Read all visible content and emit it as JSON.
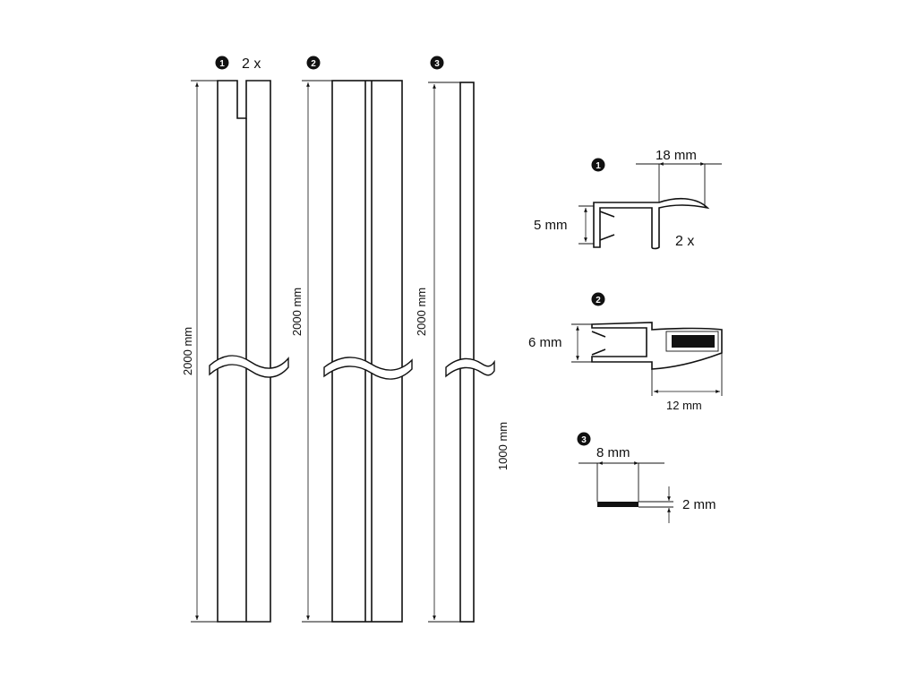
{
  "strips": [
    {
      "number": "1",
      "quantity": "2 x",
      "length": "2000 mm"
    },
    {
      "number": "2",
      "length": "2000 mm"
    },
    {
      "number": "3",
      "length": "2000 mm",
      "secondary_length": "1000 mm"
    }
  ],
  "profiles": [
    {
      "number": "1",
      "width": "18 mm",
      "height": "5 mm",
      "quantity": "2 x"
    },
    {
      "number": "2",
      "height": "6 mm",
      "width": "12 mm"
    },
    {
      "number": "3",
      "width": "8 mm",
      "height": "2 mm"
    }
  ],
  "colors": {
    "line": "#111111",
    "background": "#ffffff"
  }
}
